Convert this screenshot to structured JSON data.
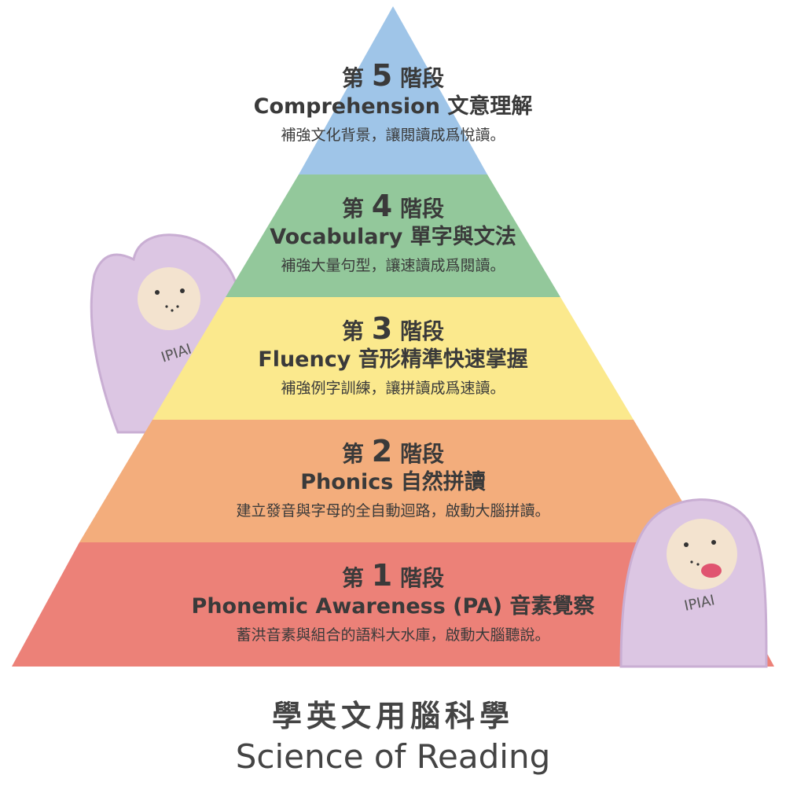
{
  "tiers": [
    {
      "level": "5",
      "prefix": "第",
      "suffix": "階段",
      "name": "Comprehension 文意理解",
      "desc": "補強文化背景，讓閱讀成爲悅讀。",
      "color": "#9fc5e8"
    },
    {
      "level": "4",
      "prefix": "第",
      "suffix": "階段",
      "name": "Vocabulary 單字與文法",
      "desc": "補強大量句型，讓速讀成爲閱讀。",
      "color": "#93c89b"
    },
    {
      "level": "3",
      "prefix": "第",
      "suffix": "階段",
      "name": "Fluency 音形精準快速掌握",
      "desc": "補強例字訓練，讓拼讀成爲速讀。",
      "color": "#fbe98d"
    },
    {
      "level": "2",
      "prefix": "第",
      "suffix": "階段",
      "name": "Phonics 自然拼讀",
      "desc": "建立發音與字母的全自動迴路，啟動大腦拼讀。",
      "color": "#f3ad7c"
    },
    {
      "level": "1",
      "prefix": "第",
      "suffix": "階段",
      "name": "Phonemic Awareness (PA) 音素覺察",
      "desc": "蓄洪音素與組合的語料大水庫，啟動大腦聽說。",
      "color": "#ec8178"
    }
  ],
  "mascot": {
    "label": "IPIAI",
    "color": "#dcc6e3"
  },
  "footer": {
    "title_zh": "學英文用腦科學",
    "title_en": "Science of Reading"
  }
}
